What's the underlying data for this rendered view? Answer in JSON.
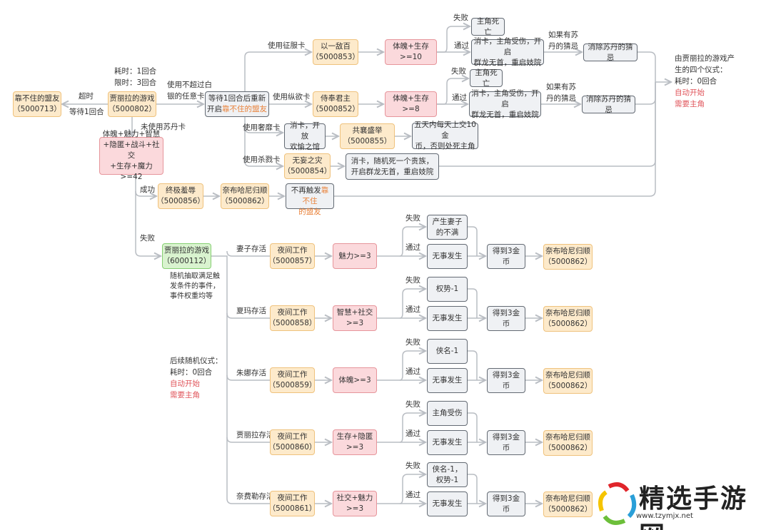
{
  "top": {
    "ally": "靠不住的盟友\n（5000713）",
    "timeout_label": "超时",
    "wait_label": "等待1回合",
    "game": "贾丽拉的游戏\n（5000802）",
    "cost": "耗时：1回合",
    "limit": "限时：3回合",
    "use_any_card": "使用不超过白\n银的任意卡",
    "wait_restart_a": "等待1回合后重新\n开启",
    "wait_restart_b": "靠不住的盟友",
    "no_sultan_card": "未使用苏丹卡",
    "big_check": "体魄+魅力+智慧\n+隐匿+战斗+社交\n+生存+魔力>=42",
    "success": "成功",
    "fail": "失败",
    "humiliation": "终极羞辱\n（5000856）",
    "nabhani": "奈布哈尼归顺\n（5000862）",
    "no_trigger_a": "不再触发",
    "no_trigger_b": "靠不住\n的盟友"
  },
  "branches": {
    "conquest_label": "使用征服卡",
    "conquest_event": "以一敌百\n（5000853）",
    "conquest_check": "体魄+生存>=10",
    "lust_label": "使用纵欲卡",
    "lust_event": "侍奉君主\n（5000852）",
    "lust_check": "体魄+生存>=8",
    "fail": "失败",
    "pass": "通过",
    "death": "主角死亡",
    "pass_result": "消卡，主角受伤，开启\n群龙无首，重启妓院",
    "suspicion_label": "如果有苏\n丹的猜忌",
    "remove_suspicion": "消除苏丹的猜忌",
    "luxury_label": "使用奢靡卡",
    "luxury_result": "消卡，开放\n欢愉之馆",
    "luxury_event": "共襄盛举\n（5000855）",
    "luxury_outcome": "五天内每天上交10金\n币，否则处死主角",
    "kill_label": "使用杀戮卡",
    "kill_event": "无妄之灾\n（5000854）",
    "kill_result": "消卡，随机死一个贵族，\n开启群龙无首，重启妓院"
  },
  "right_note": {
    "line1": "由贾丽拉的游戏产\n生的四个仪式：\n耗时：0回合",
    "auto": "自动开始",
    "need": "需要主角"
  },
  "lower": {
    "game": "贾丽拉的游戏\n（6000112）",
    "desc": "随机抽取满足触\n发条件的事件，\n事件权重均等",
    "follow": "后续随机仪式：\n耗时：0回合",
    "auto": "自动开始",
    "need": "需要主角",
    "fail": "失败",
    "pass": "通过",
    "rows": [
      {
        "label": "妻子存活",
        "event": "夜间工作\n（5000857）",
        "check": "魅力>=3",
        "fail_result": "产生妻子\n的不满",
        "pass_result": "无事发生",
        "reward": "得到3金币",
        "final": "奈布哈尼归顺\n（5000862）"
      },
      {
        "label": "夏玛存活",
        "event": "夜间工作\n（5000858）",
        "check": "智慧+社交\n>=3",
        "fail_result": "权势-1",
        "pass_result": "无事发生",
        "reward": "得到3金币",
        "final": "奈布哈尼归顺\n（5000862）"
      },
      {
        "label": "朱娜存活",
        "event": "夜间工作\n（5000859）",
        "check": "体魄>=3",
        "fail_result": "侠名-1",
        "pass_result": "无事发生",
        "reward": "得到3金币",
        "final": "奈布哈尼归顺\n（5000862）"
      },
      {
        "label": "贾丽拉存活",
        "event": "夜间工作\n（5000860）",
        "check": "生存+隐匿\n>=3",
        "fail_result": "主角受伤",
        "pass_result": "无事发生",
        "reward": "得到3金币",
        "final": "奈布哈尼归顺\n（5000862）"
      },
      {
        "label": "奈费勒存活",
        "event": "夜间工作\n（5000861）",
        "check": "社交+魅力\n>=3",
        "fail_result": "侠名-1，\n权势-1",
        "pass_result": "无事发生",
        "reward": "得到3金币",
        "final": "奈布哈尼归顺\n（5000862）"
      }
    ]
  },
  "watermark": {
    "title": "精选手游网",
    "url": "www.tzymjx.net"
  },
  "colors": {
    "orange_fill": "#fdeacb",
    "red_fill": "#fbd9dc",
    "gray_fill": "#eff1f4",
    "green_fill": "#d9f3cf",
    "line": "#b9bdc3",
    "accent_red": "#e0555b",
    "accent_orange": "#e9823a"
  }
}
